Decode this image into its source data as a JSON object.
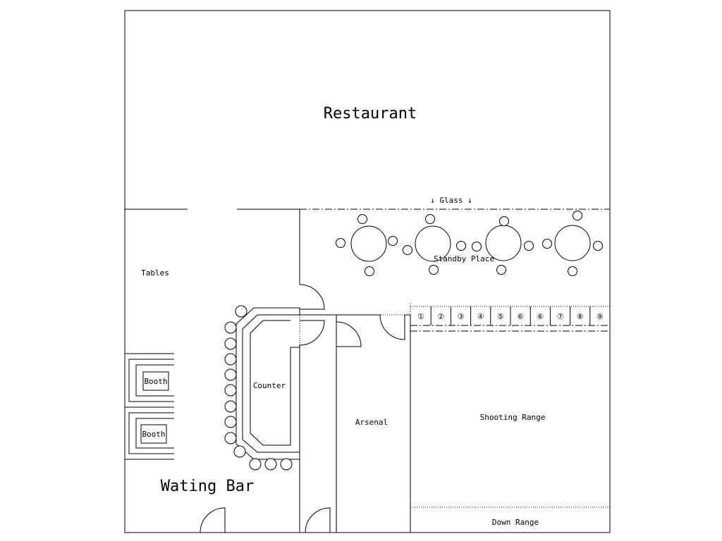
{
  "rooms": {
    "restaurant": "Restaurant",
    "glass": "↓ Glass ↓",
    "standby": "Standby Place",
    "tables": "Tables",
    "booth_1": "Booth",
    "booth_2": "Booth",
    "counter": "Counter",
    "arsenal": "Arsenal",
    "shooting_range": "Shooting Range",
    "down_range": "Down Range",
    "waiting_bar": "Wating Bar"
  },
  "lanes": [
    "①",
    "②",
    "③",
    "④",
    "⑤",
    "⑥",
    "⑥",
    "⑦",
    "⑧",
    "⑨"
  ]
}
